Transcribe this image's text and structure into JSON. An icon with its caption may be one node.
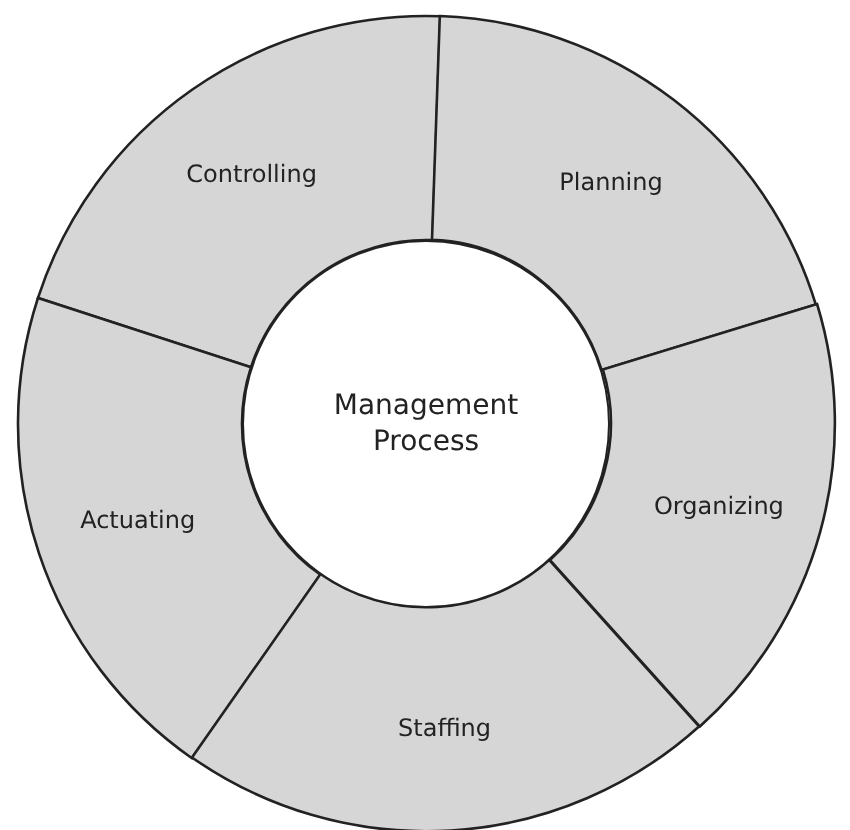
{
  "diagram": {
    "nodes": [
      {
        "text": [
          "Controlling"
        ]
      },
      {
        "text": [
          "Planning"
        ]
      },
      {
        "text": [
          "Management Process"
        ]
      },
      {
        "text": [
          "Actuating"
        ]
      },
      {
        "text": [
          "Organizing"
        ]
      },
      {
        "text": [
          "Staffing"
        ]
      }
    ]
  }
}
